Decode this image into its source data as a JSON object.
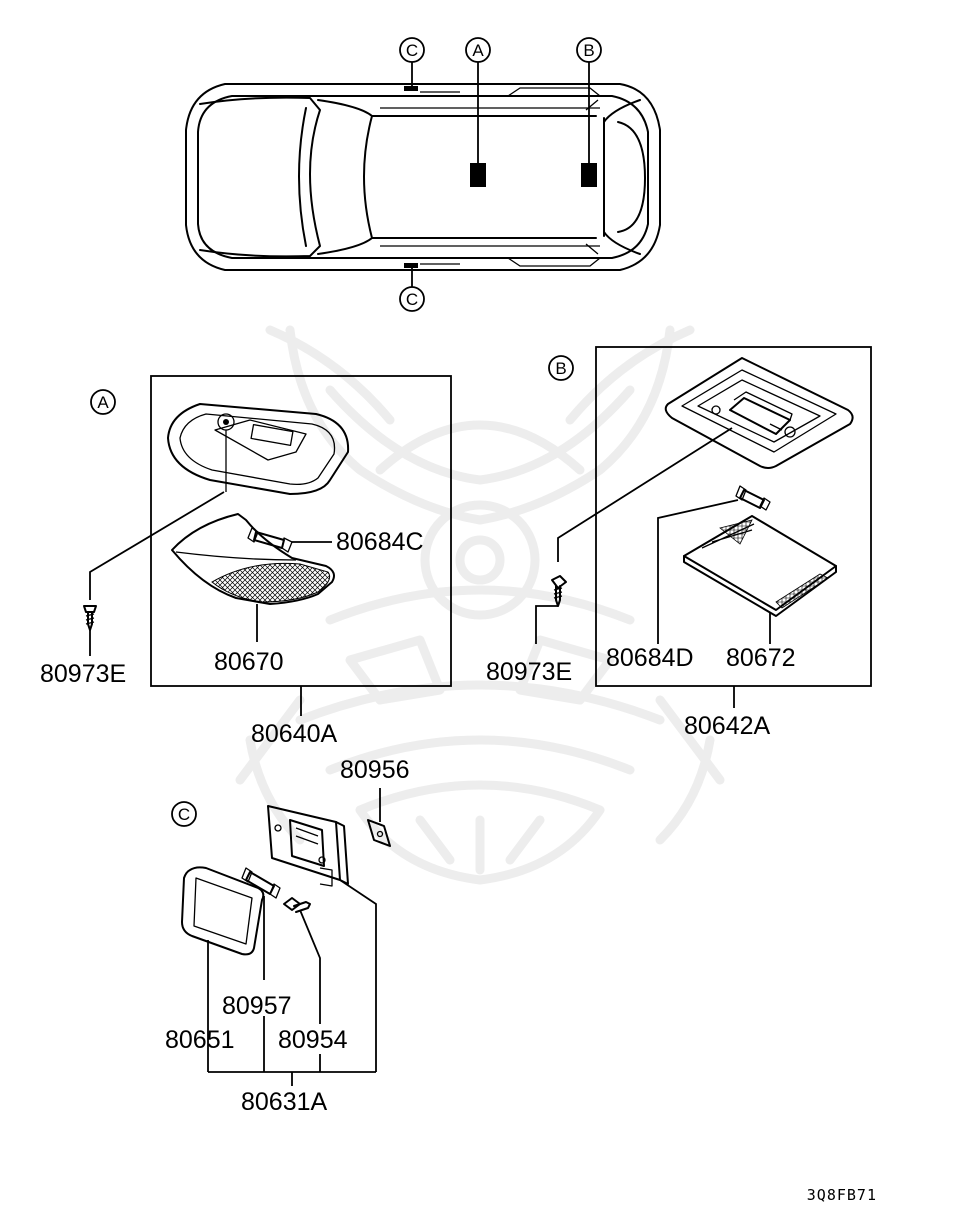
{
  "callouts": {
    "a": "A",
    "b": "B",
    "c": "C"
  },
  "parts": {
    "p80684C": "80684C",
    "p80973E_a": "80973E",
    "p80670": "80670",
    "p80640A": "80640A",
    "p80973E_b": "80973E",
    "p80684D": "80684D",
    "p80672": "80672",
    "p80642A": "80642A",
    "p80956": "80956",
    "p80957": "80957",
    "p80651": "80651",
    "p80954": "80954",
    "p80631A": "80631A"
  },
  "diagram_ref": "3Q8FB71"
}
